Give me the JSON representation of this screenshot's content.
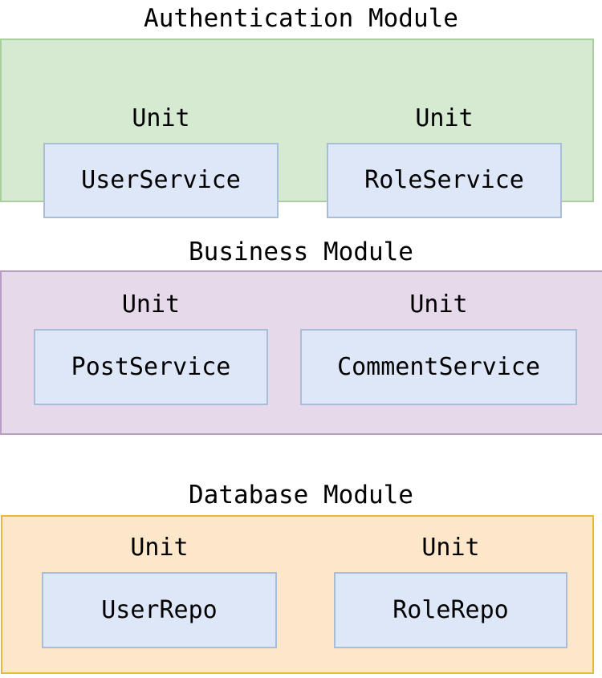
{
  "diagram": {
    "type": "module-architecture",
    "background_color": "#ffffff",
    "unit_label_text": "Unit",
    "unit_box_fill": "#dee7f8",
    "unit_box_border": "#a9bdd9",
    "modules": [
      {
        "id": "authentication",
        "title": "Authentication Module",
        "fill": "#d6e9d1",
        "border": "#a9cf9c",
        "units": [
          {
            "label": "Unit",
            "name": "UserService"
          },
          {
            "label": "Unit",
            "name": "RoleService"
          }
        ]
      },
      {
        "id": "business",
        "title": "Business Module",
        "fill": "#e5d9ea",
        "border": "#b89ec5",
        "units": [
          {
            "label": "Unit",
            "name": "PostService"
          },
          {
            "label": "Unit",
            "name": "CommentService"
          }
        ]
      },
      {
        "id": "database",
        "title": "Database Module",
        "fill": "#fde7cb",
        "border": "#e6b83c",
        "units": [
          {
            "label": "Unit",
            "name": "UserRepo"
          },
          {
            "label": "Unit",
            "name": "RoleRepo"
          }
        ]
      }
    ]
  }
}
